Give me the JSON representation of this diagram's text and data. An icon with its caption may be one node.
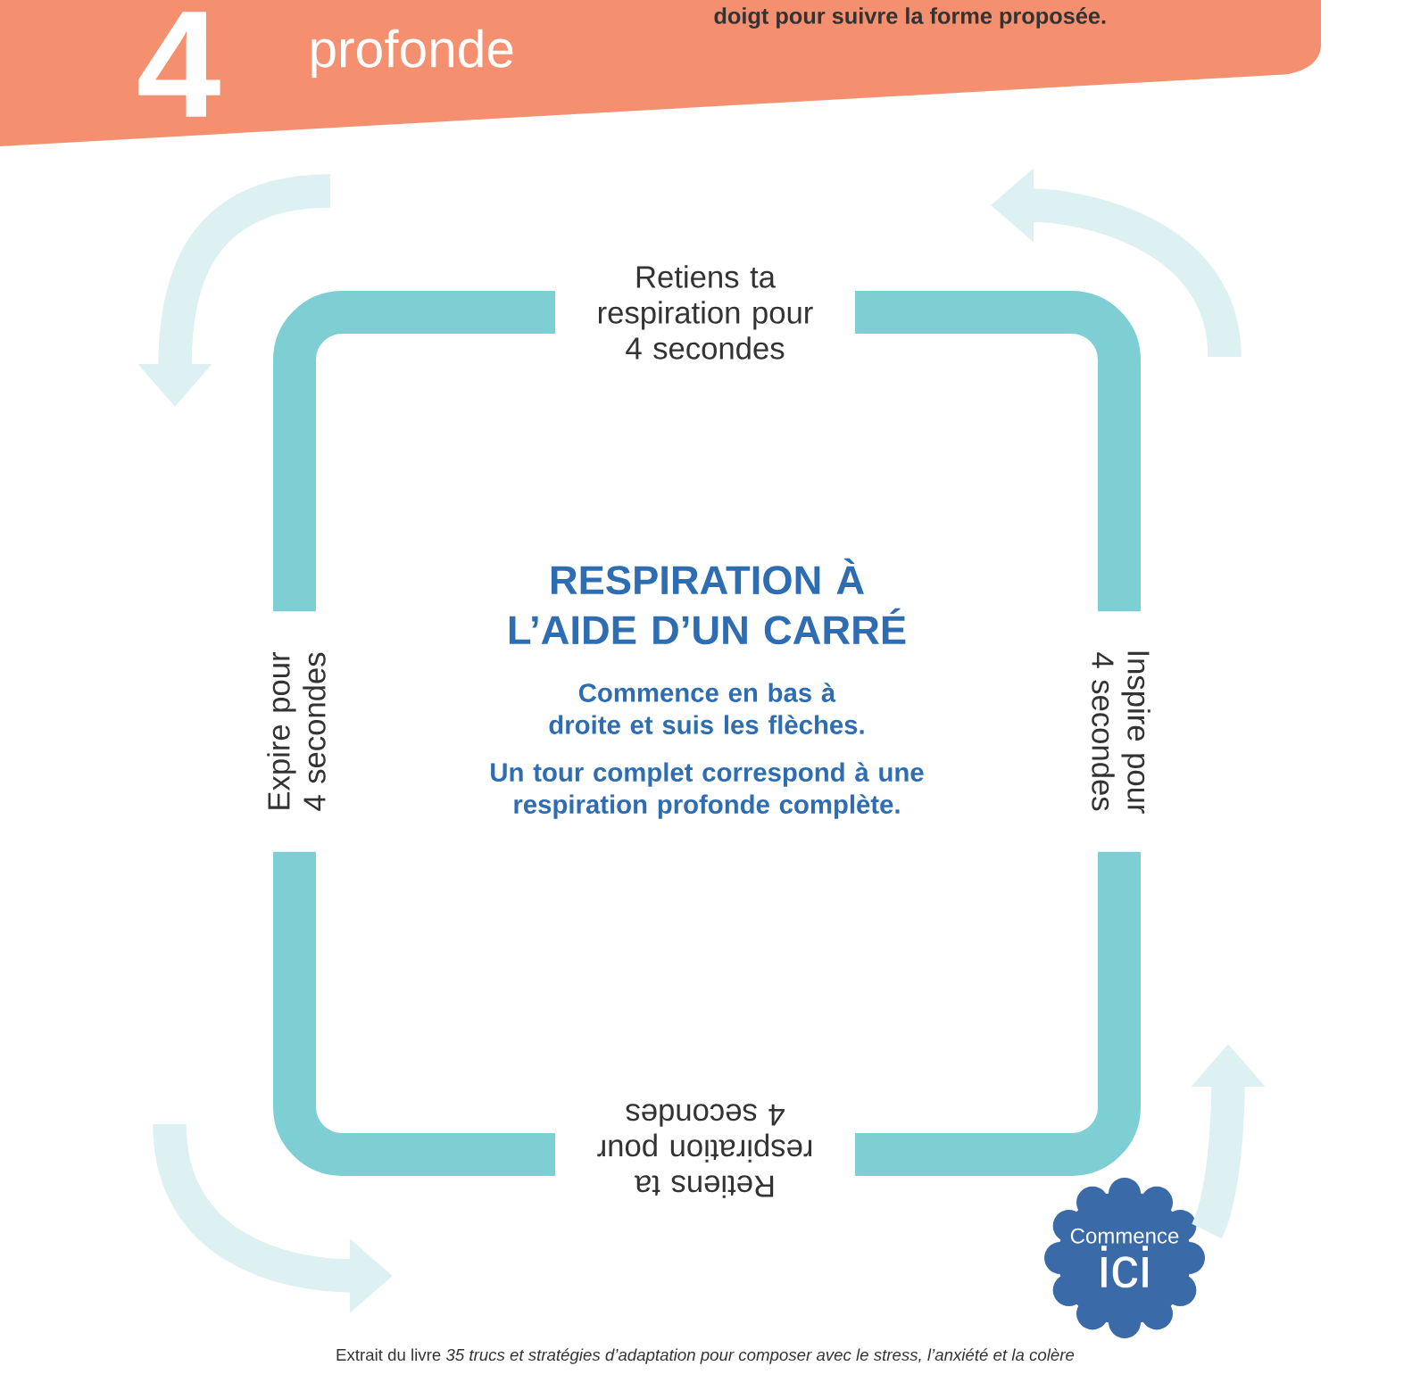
{
  "diagram": {
    "nodes": [
      {
        "text": [
          "Retiens ta respiration pour 4 secondes"
        ]
      },
      {
        "text": [
          "Inspire pour 4 secondes"
        ]
      },
      {
        "text": [
          "Expire pour 4 secondes"
        ]
      },
      {
        "text": [
          "Retiens ta respiration pour 4 secondes"
        ]
      },
      {
        "text": [
          "Commence",
          "ici"
        ]
      }
    ],
    "labels": [
      "4",
      "profonde",
      "doigt pour suivre la forme proposée.",
      "RESPIRATION À L’AIDE D’UN CARRÉ",
      "Commence en bas à droite et suis les flèches.",
      "Un tour complet correspond à une respiration profonde complète.",
      "Extrait du livre *35 trucs et stratégies d’adaptation pour composer avec le stress, l’anxiété et la colère*"
    ]
  }
}
